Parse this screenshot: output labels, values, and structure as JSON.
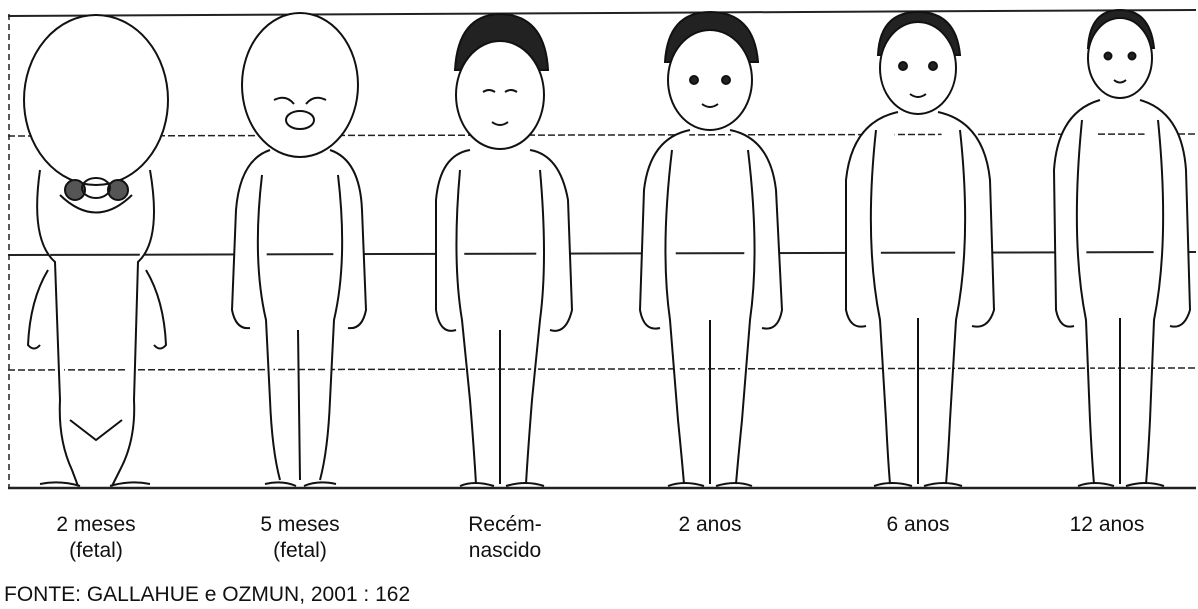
{
  "stages": [
    {
      "line1": "2 meses",
      "line2": "(fetal)"
    },
    {
      "line1": "5 meses",
      "line2": "(fetal)"
    },
    {
      "line1": "Recém-",
      "line2": "nascido"
    },
    {
      "line1": "2 anos",
      "line2": ""
    },
    {
      "line1": "6 anos",
      "line2": ""
    },
    {
      "line1": "12 anos",
      "line2": ""
    }
  ],
  "caption": "FONTE: GALLAHUE e OZMUN, 2001 : 162",
  "colors": {
    "ink": "#111111",
    "background": "#ffffff"
  }
}
